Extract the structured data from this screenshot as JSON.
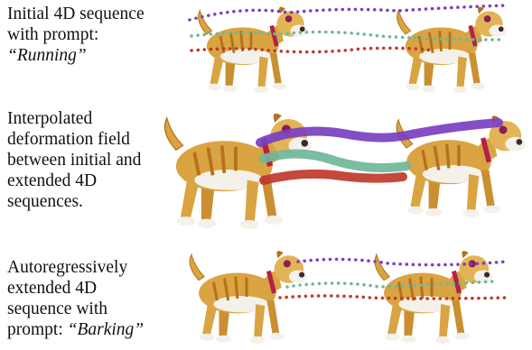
{
  "rows": [
    {
      "caption_lines": [
        "Initial 4D sequence",
        "with prompt:"
      ],
      "prompt": "“Running”"
    },
    {
      "caption_lines": [
        "Interpolated",
        "deformation field",
        "between initial and",
        "extended 4D",
        "sequences."
      ]
    },
    {
      "caption_lines": [
        "Autoregressively",
        "extended 4D",
        "sequence with"
      ],
      "prompt_prefix": "prompt: ",
      "prompt": "“Barking”"
    }
  ],
  "colors": {
    "trajectory_purple": "#7a3fc0",
    "trajectory_green": "#6fb89a",
    "trajectory_red": "#c0392b",
    "dog_fur": "#d9a441",
    "dog_stripe": "#b5711d",
    "dog_white": "#f4f1ea",
    "collar": "#b0224a"
  },
  "icons": [
    "dog-figure",
    "trajectory-curve"
  ]
}
